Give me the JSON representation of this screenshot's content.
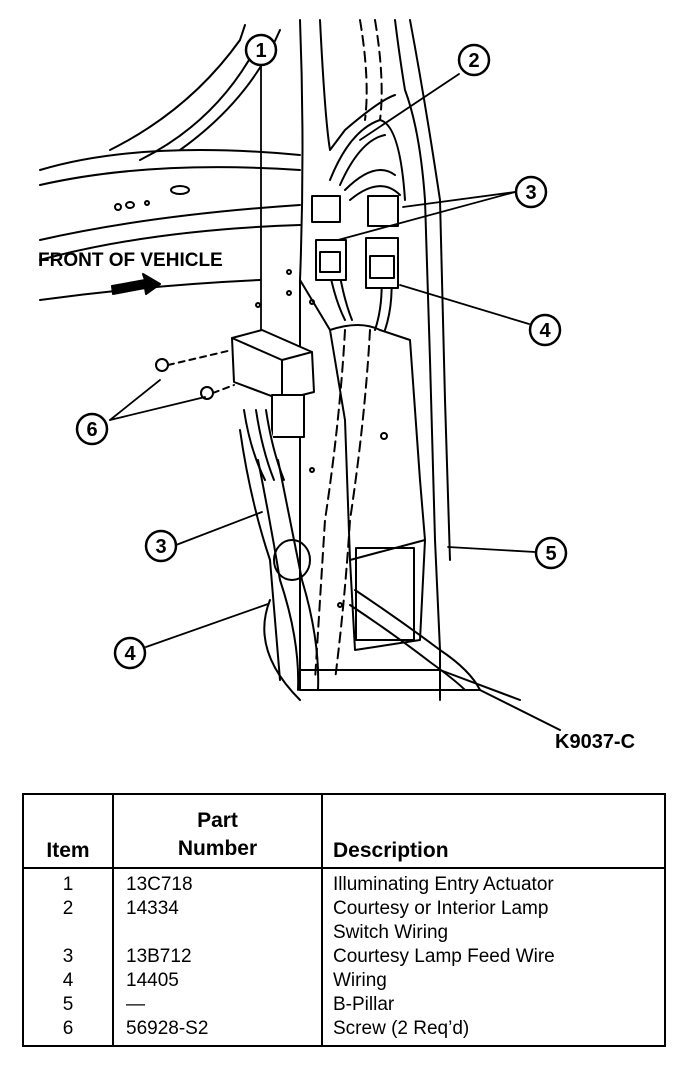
{
  "figure": {
    "label_front": "FRONT OF VEHICLE",
    "figure_code": "K9037-C",
    "callouts": [
      "1",
      "2",
      "3",
      "4",
      "5",
      "6",
      "3",
      "4"
    ]
  },
  "table": {
    "headers": {
      "item": "Item",
      "part_line1": "Part",
      "part_line2": "Number",
      "description": "Description"
    },
    "rows": [
      {
        "item": "1",
        "part": "13C718",
        "desc1": "Illuminating Entry Actuator",
        "desc2": ""
      },
      {
        "item": "2",
        "part": "14334",
        "desc1": "Courtesy or Interior Lamp",
        "desc2": "Switch Wiring"
      },
      {
        "item": "3",
        "part": "13B712",
        "desc1": "Courtesy Lamp Feed Wire",
        "desc2": ""
      },
      {
        "item": "4",
        "part": "14405",
        "desc1": "Wiring",
        "desc2": ""
      },
      {
        "item": "5",
        "part": "—",
        "desc1": "B-Pillar",
        "desc2": ""
      },
      {
        "item": "6",
        "part": "56928-S2",
        "desc1": "Screw (2 Req’d)",
        "desc2": ""
      }
    ]
  }
}
